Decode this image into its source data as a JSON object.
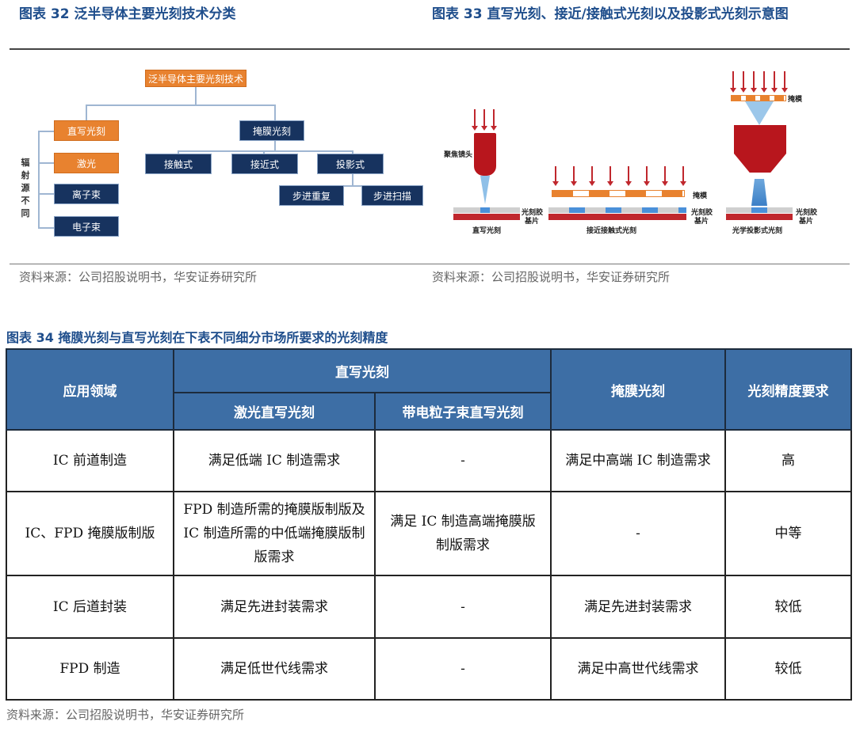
{
  "fig32": {
    "title": "图表 32 泛半导体主要光刻技术分类",
    "source": "资料来源：公司招股说明书，华安证券研究所",
    "root": "泛半导体主要光刻技术",
    "side_label": "辐射源不同",
    "direct": "直写光刻",
    "direct_children": [
      "激光",
      "离子束",
      "电子束"
    ],
    "mask": "掩膜光刻",
    "mask_children": [
      "接触式",
      "接近式",
      "投影式"
    ],
    "projection_children": [
      "步进重复",
      "步进扫描"
    ]
  },
  "fig33": {
    "title": "图表 33 直写光刻、接近/接触式光刻以及投影式光刻示意图",
    "source": "资料来源：公司招股说明书，华安证券研究所",
    "focus_lens": "聚焦镜头",
    "photoresist": "光刻胶",
    "substrate": "基片",
    "mask": "掩模",
    "mask2": "掩模",
    "cap_direct": "直写光刻",
    "cap_contact": "接近接触式光刻",
    "cap_projection": "光学投影式光刻"
  },
  "fig34": {
    "title": "图表 34 掩膜光刻与直写光刻在下表不同细分市场所要求的光刻精度",
    "source": "资料来源：公司招股说明书，华安证券研究所",
    "header": {
      "field": "应用领域",
      "direct": "直写光刻",
      "laser": "激光直写光刻",
      "ebeam": "带电粒子束直写光刻",
      "mask": "掩膜光刻",
      "precision": "光刻精度要求"
    },
    "rows": [
      {
        "field": "IC 前道制造",
        "laser": "满足低端 IC 制造需求",
        "ebeam": "-",
        "mask": "满足中高端 IC 制造需求",
        "precision": "高"
      },
      {
        "field": "IC、FPD 掩膜版制版",
        "laser": "FPD 制造所需的掩膜版制版及 IC 制造所需的中低端掩膜版制版需求",
        "ebeam": "满足 IC 制造高端掩膜版制版需求",
        "mask": "-",
        "precision": "中等"
      },
      {
        "field": "IC 后道封装",
        "laser": "满足先进封装需求",
        "ebeam": "-",
        "mask": "满足先进封装需求",
        "precision": "较低"
      },
      {
        "field": "FPD 制造",
        "laser": "满足低世代线需求",
        "ebeam": "-",
        "mask": "满足中高世代线需求",
        "precision": "较低"
      }
    ]
  }
}
